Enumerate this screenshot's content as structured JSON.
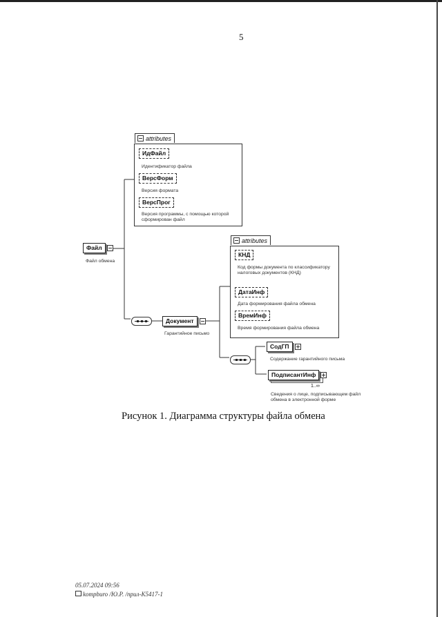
{
  "page": {
    "number": "5"
  },
  "diagram": {
    "root": {
      "name": "Файл",
      "desc": "Файл обмена"
    },
    "root_attrs": {
      "header": "attributes",
      "items": [
        {
          "name": "ИдФайл",
          "desc": "Идентификатор файла"
        },
        {
          "name": "ВерсФорм",
          "desc": "Версия формата"
        },
        {
          "name": "ВерсПрог",
          "desc": "Версия программы, с помощью которой сформирован файл"
        }
      ]
    },
    "document": {
      "name": "Документ",
      "desc": "Гарантийное письмо"
    },
    "doc_attrs": {
      "header": "attributes",
      "items": [
        {
          "name": "КНД",
          "desc": "Код формы документа по классификатору налоговых документов (КНД)"
        },
        {
          "name": "ДатаИнф",
          "desc": "Дата формирования файла обмена"
        },
        {
          "name": "ВремИнф",
          "desc": "Время формирования файла обмена"
        }
      ]
    },
    "children": [
      {
        "name": "СодГП",
        "desc": "Содержание гарантийного письма"
      },
      {
        "name": "ПодписантИнф",
        "desc": "Сведения о лице, подписывающем файл обмена в электронной форме",
        "occurs": "1..∞"
      }
    ]
  },
  "caption": "Рисунок 1. Диаграмма структуры файла обмена",
  "footer": {
    "datetime": "05.07.2024 09:56",
    "source": "kompburo /Ю.Р. /прил-К5417-1"
  }
}
